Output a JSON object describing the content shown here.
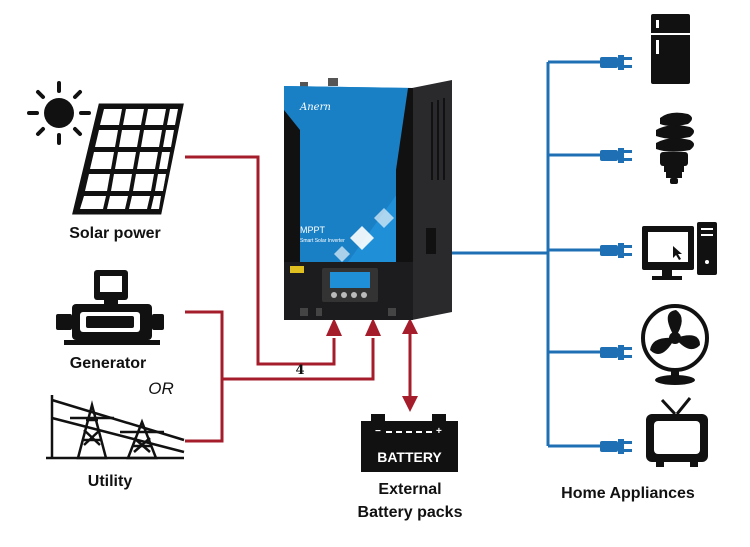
{
  "labels": {
    "solar": "Solar power",
    "generator": "Generator",
    "or": "OR",
    "utility": "Utility",
    "external_line1": "External",
    "external_line2": "Battery packs",
    "home": "Home Appliances",
    "wire_number": "4"
  },
  "inverter": {
    "brand": "Anern",
    "mode": "MPPT",
    "subtitle": "Smart Solar Inverter"
  },
  "battery": {
    "label": "BATTERY"
  },
  "appliances": [
    {
      "name": "fridge-icon"
    },
    {
      "name": "bulb-icon"
    },
    {
      "name": "computer-icon"
    },
    {
      "name": "fan-icon"
    },
    {
      "name": "tv-icon"
    }
  ],
  "colors": {
    "input_wire": "#a51c2b",
    "output_wire": "#1f6fb5",
    "inverter_blue": "#1f8fd8",
    "inverter_dark": "#1c1c1e"
  }
}
